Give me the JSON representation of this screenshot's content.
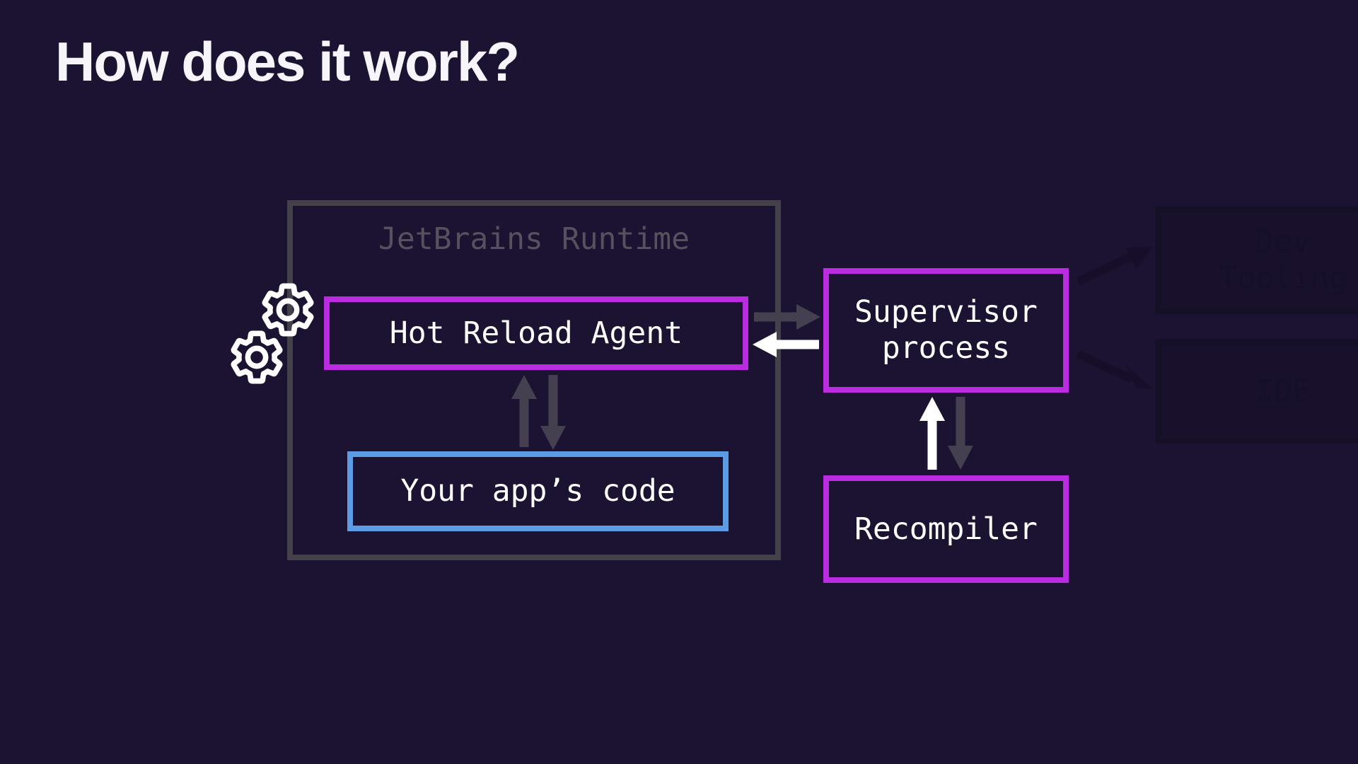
{
  "title": "How does it work?",
  "colors": {
    "background": "#1c1231",
    "magenta_border": "#ba2be2",
    "blue_border": "#5c9ce4",
    "gray_border": "#45414b",
    "gray_arrow": "#454050",
    "white": "#ffffff",
    "runtime_label_gray": "#56505f"
  },
  "diagram": {
    "container": {
      "label": "JetBrains Runtime"
    },
    "nodes": {
      "hot_reload_agent": {
        "label": "Hot Reload Agent",
        "border": "magenta"
      },
      "your_apps_code": {
        "label": "Your app’s code",
        "border": "blue"
      },
      "supervisor": {
        "label": "Supervisor\nprocess",
        "border": "magenta"
      },
      "recompiler": {
        "label": "Recompiler",
        "border": "magenta"
      }
    },
    "faint_nodes": {
      "dev_tooling": {
        "label": "Dev\nTooling"
      },
      "ide": {
        "label": "IDE"
      }
    },
    "icons": {
      "gears": "gears-icon"
    },
    "arrows": [
      {
        "name": "app-to-agent",
        "direction": "up",
        "color": "gray"
      },
      {
        "name": "agent-to-app",
        "direction": "down",
        "color": "gray"
      },
      {
        "name": "agent-to-supervisor",
        "direction": "right",
        "color": "gray"
      },
      {
        "name": "supervisor-to-agent",
        "direction": "left",
        "color": "white"
      },
      {
        "name": "recompiler-to-supervisor",
        "direction": "up",
        "color": "white"
      },
      {
        "name": "supervisor-to-recompiler",
        "direction": "down",
        "color": "gray"
      },
      {
        "name": "supervisor-to-dev-tooling",
        "direction": "up-right",
        "color": "faint"
      },
      {
        "name": "supervisor-to-ide",
        "direction": "down-right",
        "color": "faint"
      }
    ]
  }
}
